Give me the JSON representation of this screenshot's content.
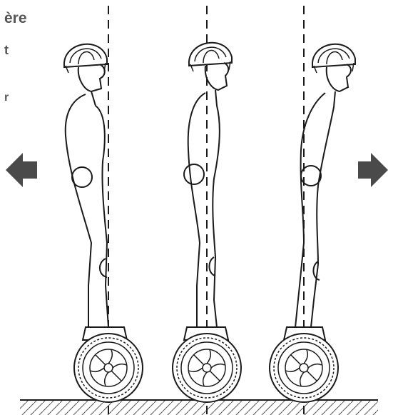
{
  "cropped_text": {
    "line1": "ère",
    "line2": "t",
    "line3": "r"
  },
  "figure": {
    "figures": [
      {
        "pose": "lean-backward",
        "direction_arrow": "left"
      },
      {
        "pose": "upright",
        "direction_arrow": "none"
      },
      {
        "pose": "lean-forward",
        "direction_arrow": "right"
      }
    ],
    "line_color": "#1a1a1a",
    "arrow_color": "#4a4a4a"
  }
}
